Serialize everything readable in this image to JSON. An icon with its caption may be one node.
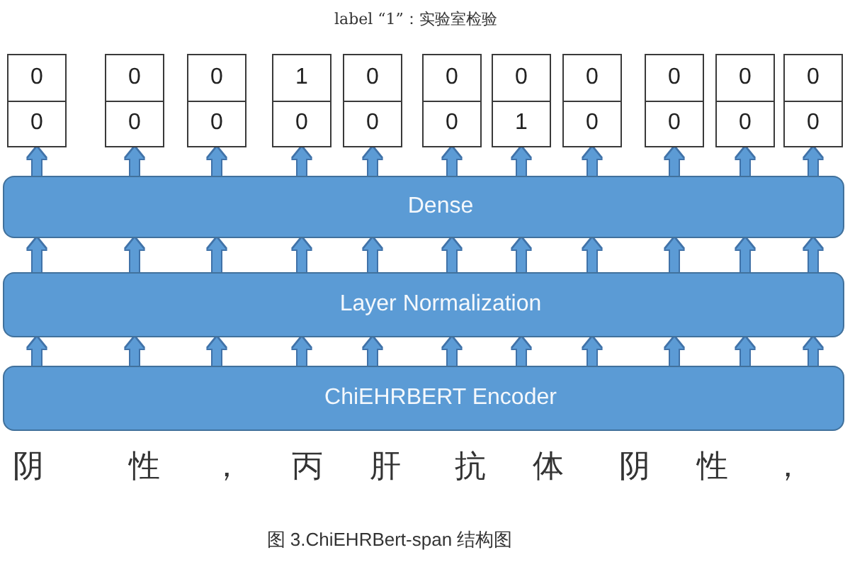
{
  "diagram": {
    "caption": "图 3.ChiEHRBert-span 结构图",
    "nodes": [
      {
        "text": [
          "0",
          "0"
        ]
      },
      {
        "text": [
          "0",
          "0"
        ]
      },
      {
        "text": [
          "0",
          "0"
        ]
      },
      {
        "text": [
          "1",
          "0"
        ]
      },
      {
        "text": [
          "0",
          "0"
        ]
      },
      {
        "text": [
          "0",
          "0"
        ]
      },
      {
        "text": [
          "0",
          "1"
        ]
      },
      {
        "text": [
          "0",
          "0"
        ]
      },
      {
        "text": [
          "0",
          "0"
        ]
      },
      {
        "text": [
          "0",
          "0"
        ]
      },
      {
        "text": [
          "0",
          "0"
        ]
      },
      {
        "text": [
          "Dense"
        ]
      },
      {
        "text": [
          "Layer Normalization"
        ]
      },
      {
        "text": [
          "ChiEHRBERT Encoder"
        ]
      }
    ],
    "edges": [
      {
        "from": 11,
        "to": 0,
        "arrow": "to"
      },
      {
        "from": 11,
        "to": 1,
        "arrow": "to"
      },
      {
        "from": 11,
        "to": 2,
        "arrow": "to"
      },
      {
        "from": 11,
        "to": 3,
        "arrow": "to"
      },
      {
        "from": 11,
        "to": 4,
        "arrow": "to"
      },
      {
        "from": 11,
        "to": 5,
        "arrow": "to"
      },
      {
        "from": 11,
        "to": 6,
        "arrow": "to"
      },
      {
        "from": 11,
        "to": 7,
        "arrow": "to"
      },
      {
        "from": 11,
        "to": 8,
        "arrow": "to"
      },
      {
        "from": 11,
        "to": 9,
        "arrow": "to"
      },
      {
        "from": 11,
        "to": 10,
        "arrow": "to"
      },
      {
        "from": 12,
        "to": 11,
        "arrow": "to"
      },
      {
        "from": 12,
        "to": 11,
        "arrow": "to"
      },
      {
        "from": 12,
        "to": 11,
        "arrow": "to"
      },
      {
        "from": 12,
        "to": 11,
        "arrow": "to"
      },
      {
        "from": 12,
        "to": 11,
        "arrow": "to"
      },
      {
        "from": 12,
        "to": 11,
        "arrow": "to"
      },
      {
        "from": 12,
        "to": 11,
        "arrow": "to"
      },
      {
        "from": 12,
        "to": 11,
        "arrow": "to"
      },
      {
        "from": 12,
        "to": 11,
        "arrow": "to"
      },
      {
        "from": 12,
        "to": 11,
        "arrow": "to"
      },
      {
        "from": 12,
        "to": 11,
        "arrow": "to"
      },
      {
        "from": 13,
        "to": 12,
        "arrow": "to"
      },
      {
        "from": 13,
        "to": 12,
        "arrow": "to"
      },
      {
        "from": 13,
        "to": 12,
        "arrow": "to"
      },
      {
        "from": 13,
        "to": 12,
        "arrow": "to"
      },
      {
        "from": 13,
        "to": 12,
        "arrow": "to"
      },
      {
        "from": 13,
        "to": 12,
        "arrow": "to"
      },
      {
        "from": 13,
        "to": 12,
        "arrow": "to"
      },
      {
        "from": 13,
        "to": 12,
        "arrow": "to"
      },
      {
        "from": 13,
        "to": 12,
        "arrow": "to"
      },
      {
        "from": 13,
        "to": 12,
        "arrow": "to"
      },
      {
        "from": 13,
        "to": 12,
        "arrow": "to"
      }
    ],
    "labels": [
      "label “1”：实验室检验",
      "阴",
      "性",
      "，",
      "丙",
      "肝",
      "抗",
      "体",
      "阴",
      "性",
      "，"
    ]
  }
}
